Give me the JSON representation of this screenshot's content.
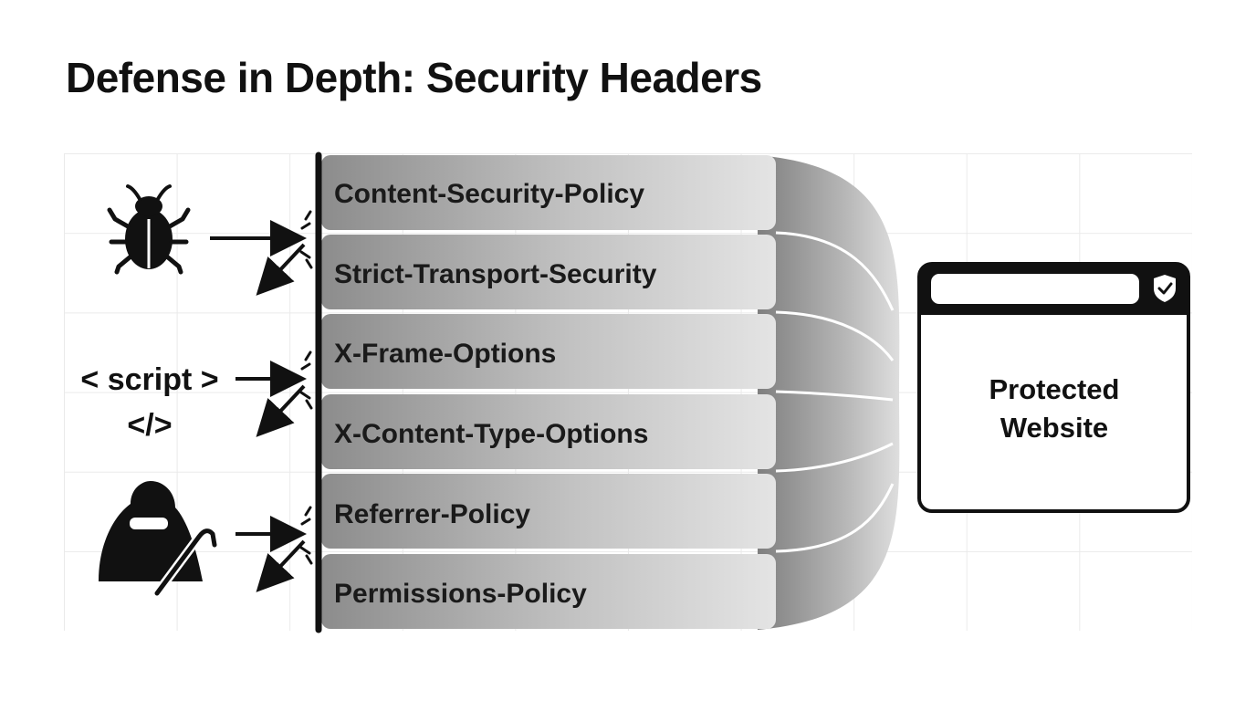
{
  "title": "Defense in Depth: Security Headers",
  "layers": [
    {
      "label": "Content-Security-Policy"
    },
    {
      "label": "Strict-Transport-Security"
    },
    {
      "label": "X-Frame-Options"
    },
    {
      "label": "X-Content-Type-Options"
    },
    {
      "label": "Referrer-Policy"
    },
    {
      "label": "Permissions-Policy"
    }
  ],
  "threats": [
    {
      "icon": "bug-icon"
    },
    {
      "icon": "code-icon",
      "line1": "< script >",
      "line2": "</>"
    },
    {
      "icon": "hacker-icon"
    }
  ],
  "website": {
    "line1": "Protected",
    "line2": "Website",
    "badge_icon": "shield-check-icon"
  },
  "colors": {
    "text": "#111111",
    "wall": "#111111",
    "layer_dark": "#8a8a8a",
    "layer_light": "#e2e2e2"
  }
}
